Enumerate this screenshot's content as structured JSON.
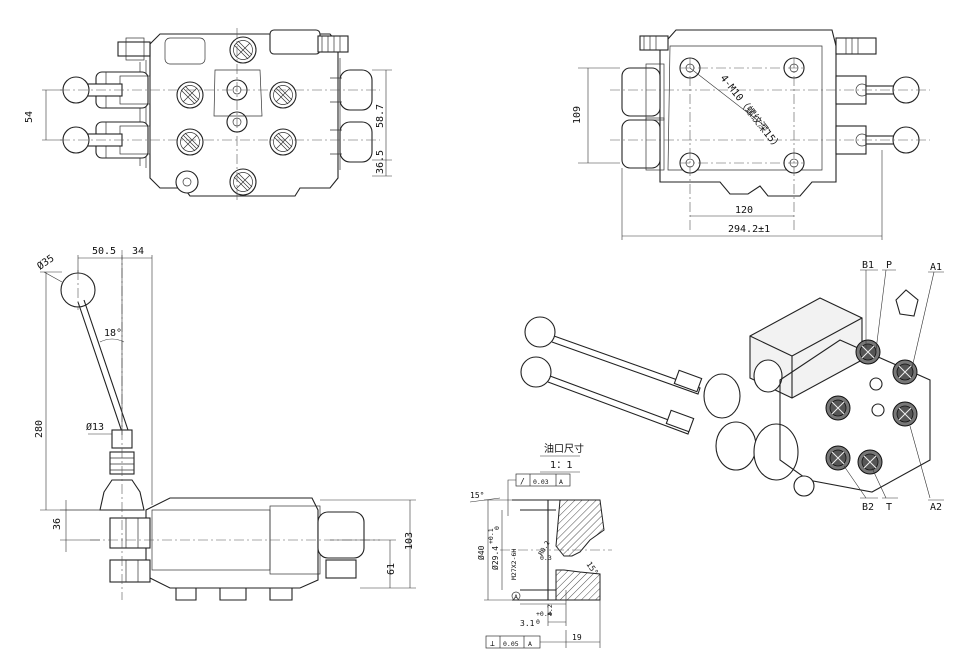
{
  "top_view": {
    "dim_54": "54",
    "dim_58_7": "58.7",
    "dim_36_5": "36.5"
  },
  "back_view": {
    "dim_109": "109",
    "dim_120": "120",
    "dim_294": "294.2±1",
    "mount_note": "4-M10（螺纹深15）"
  },
  "side_view": {
    "dim_50_5": "50.5",
    "dim_34": "34",
    "dim_phi35": "Ø35",
    "dim_18deg": "18°",
    "dim_280": "280",
    "dim_phi13": "Ø13",
    "dim_36": "36",
    "dim_103": "103",
    "dim_61": "61"
  },
  "iso_view": {
    "label_B1": "B1",
    "label_P": "P",
    "label_A1": "A1",
    "label_B2": "B2",
    "label_T": "T",
    "label_A2": "A2"
  },
  "port_detail": {
    "title": "油口尺寸",
    "scale": "1：1",
    "tol_top_sym": "/",
    "tol_top_val": "0.03",
    "tol_top_ref": "A",
    "tol_bot_sym": "⊥",
    "tol_bot_val": "0.05",
    "tol_bot_ref": "A",
    "dim_15deg": "15°",
    "dim_15deg_b": "15°",
    "dim_phi40": "Ø40",
    "dim_phi29": "Ø29.4",
    "tol_phi29_up": "+0.1",
    "tol_phi29_lo": "0",
    "thread": "M27X2-6H",
    "dim_r0_2": "R0.2",
    "dim_0_3": "0.3",
    "dim_3_1": "3.1",
    "tol_3_1_up": "+0.4",
    "tol_3_1_lo": "0",
    "dim_3_2": "3.2",
    "dim_19": "19",
    "datum": "A"
  }
}
